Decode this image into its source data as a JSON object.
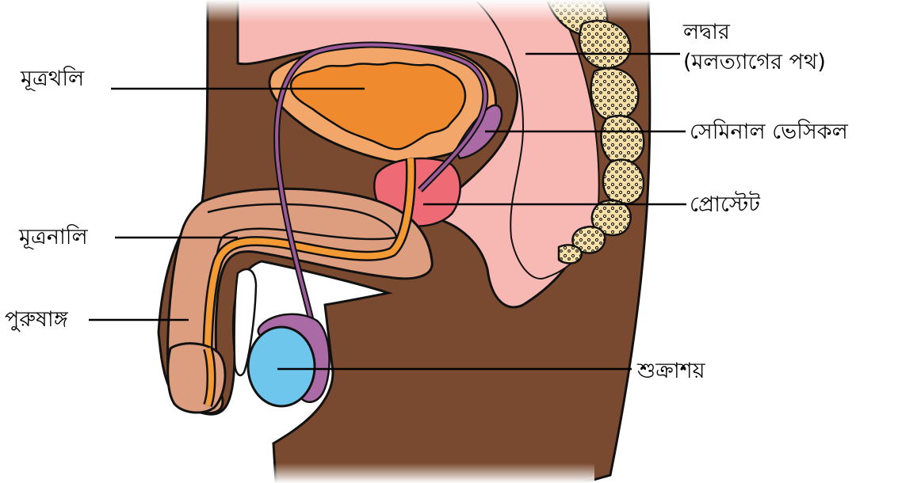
{
  "labels": {
    "bladder": "মূত্রথলি",
    "urethra": "মূত্রনালি",
    "penis": "পুরুষাঙ্গ",
    "rectum_line1": "লদ্বার",
    "rectum_line2": "(মলত্যাগের পথ)",
    "seminal_vesicle": "সেমিনাল ভেসিকল",
    "prostate": "প্রোস্টেট",
    "testis": "শুক্রাশয়"
  },
  "colors": {
    "body": "#7a4a30",
    "skin_pink": "#f7b8b4",
    "penis_tan": "#dc9e7f",
    "bladder_outer": "#f3a66a",
    "bladder_inner": "#f08a2e",
    "urethra_orange": "#f39a35",
    "prostate": "#ee6b75",
    "vas_purple": "#9b5a9a",
    "testis_blue": "#6ec6ec",
    "epididymis": "#a96aa6",
    "bone": "#f6e0a8",
    "outline": "#111111"
  }
}
